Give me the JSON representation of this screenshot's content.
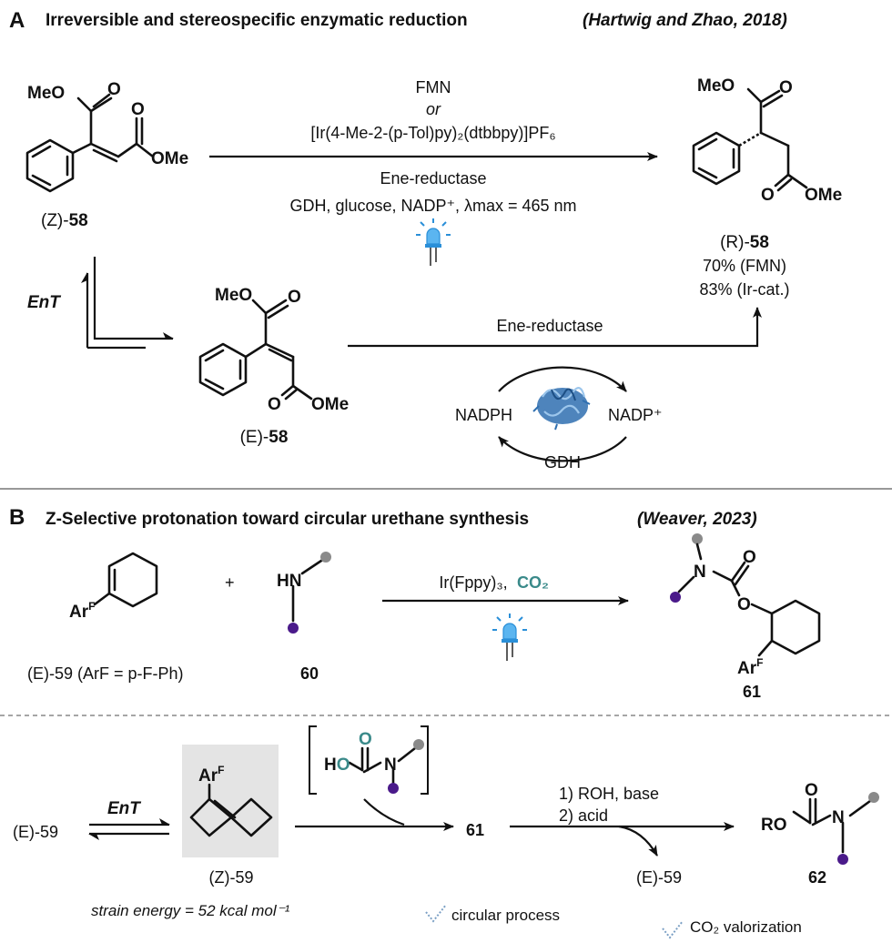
{
  "panelA": {
    "letter": "A",
    "title": "Irreversible and stereospecific enzymatic reduction",
    "citation": "(Hartwig and Zhao, 2018)",
    "conditions": {
      "line1": "FMN",
      "line2": "or",
      "line3": "[Ir(4-Me-2-(p-Tol)py)₂(dtbbpy)]PF₆",
      "line4": "Ene-reductase",
      "line5": "GDH, glucose, NADP⁺, λmax = 465 nm"
    },
    "substrate_label_pre": "(Z)-",
    "substrate_num": "58",
    "product_label_pre": "(R)-",
    "product_num": "58",
    "yield1": "70% (FMN)",
    "yield2": "83% (Ir-cat.)",
    "ent": "EnT",
    "isomer_label_pre": "(E)-",
    "isomer_num": "58",
    "enzyme_label": "Ene-reductase",
    "nadph": "NADPH",
    "nadp": "NADP⁺",
    "gdh": "GDH",
    "atoms": {
      "meo": "MeO",
      "ome": "OMe",
      "o": "O"
    }
  },
  "panelB": {
    "letter": "B",
    "title": "Z-Selective protonation toward circular urethane synthesis",
    "citation": "(Weaver, 2023)",
    "reagent": "Ir(Fppy)₃,",
    "co2": "CO₂",
    "plus": "+",
    "label59": "(E)-59 (ArF = p-F-Ph)",
    "label60": "60",
    "label61": "61",
    "ent": "EnT",
    "e59": "(E)-59",
    "z59": "(Z)-59",
    "strain": "strain energy = 52 kcal mol⁻¹",
    "step1": "1) ROH, base",
    "step2": "2) acid",
    "e59_out": "(E)-59",
    "label62": "62",
    "circular": "circular process",
    "valorization": "CO₂ valorization",
    "atoms": {
      "hn": "HN",
      "n": "N",
      "o": "O",
      "ho": "HO",
      "ro": "RO",
      "ar": "Ar",
      "arsup": "F"
    }
  },
  "colors": {
    "purple": "#4a1a8a",
    "gray": "#8a8a8a",
    "teal": "#3a8a8a",
    "led": "#2a8fd8",
    "protein": "#2f6fb0"
  }
}
